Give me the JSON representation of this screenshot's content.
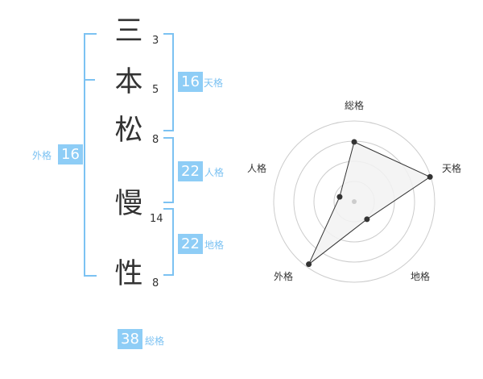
{
  "name": {
    "chars": [
      {
        "char": "三",
        "strokes": "3"
      },
      {
        "char": "本",
        "strokes": "5"
      },
      {
        "char": "松",
        "strokes": "8"
      },
      {
        "char": "慢",
        "strokes": "14"
      },
      {
        "char": "性",
        "strokes": "8"
      }
    ]
  },
  "fortune": {
    "tenkaku": {
      "value": "16",
      "label": "天格"
    },
    "jinkaku": {
      "value": "22",
      "label": "人格"
    },
    "chikaku": {
      "value": "22",
      "label": "地格"
    },
    "gaikaku": {
      "value": "16",
      "label": "外格"
    },
    "soukaku": {
      "value": "38",
      "label": "総格"
    }
  },
  "radar": {
    "labels": [
      "総格",
      "天格",
      "地格",
      "外格",
      "人格"
    ],
    "values": [
      0.74,
      0.99,
      0.27,
      0.96,
      0.19
    ],
    "fill_color": "#f2f2f2",
    "line_color": "#333333",
    "ring_color": "#cccccc",
    "rings": 4
  }
}
